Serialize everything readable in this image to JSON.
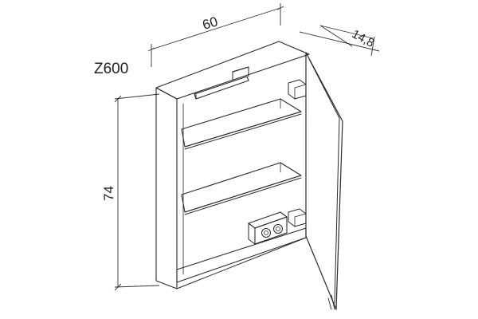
{
  "model": "Z600",
  "dimensions": {
    "width": "60",
    "depth": "14,8",
    "height": "74"
  },
  "icons": {
    "cabinet": "mirror-cabinet-drawing",
    "light": "led-light-bar",
    "socket": "power-socket-box",
    "hinge": "door-hinge"
  }
}
